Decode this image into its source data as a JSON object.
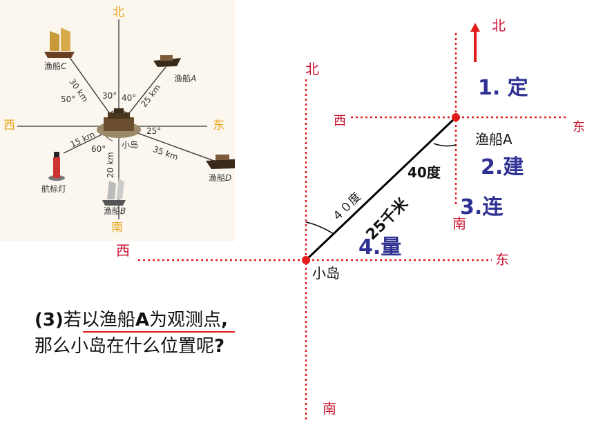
{
  "colors": {
    "axis_red": "#e21b1b",
    "label_red": "#c8102e",
    "step_blue": "#2e3192",
    "orange": "#e8a317",
    "line_black": "#000000"
  },
  "left_diagram": {
    "north": "北",
    "south": "南",
    "west": "西",
    "east": "东",
    "center_label": "小岛",
    "boats": [
      {
        "name": "渔船",
        "letter": "C",
        "distance": "30 km",
        "angle": "30°"
      },
      {
        "name": "渔船",
        "letter": "A",
        "distance": "25 km",
        "angle": "40°"
      },
      {
        "name": "渔船",
        "letter": "D",
        "distance": "35 km",
        "angle": "25°"
      },
      {
        "name": "渔船",
        "letter": "B",
        "distance": "20 km",
        "angle": "60°"
      }
    ],
    "lamp": {
      "name": "航标灯",
      "distance": "15 km"
    },
    "extra_angle": "50°"
  },
  "right_diagram": {
    "north_a": "北",
    "west_a": "西",
    "east_a": "东",
    "south_a": "南",
    "north_island": "北",
    "west_island": "西",
    "east_island": "东",
    "south_island": "南",
    "boat_label": "渔船A",
    "island_label": "小岛",
    "angle_at_a": "40度",
    "angle_at_island": "４０度",
    "distance": "25千米",
    "steps": [
      "1. 定",
      "2.建",
      "3.连",
      "4.量"
    ]
  },
  "question": {
    "prefix": "(3)",
    "text1": "若以渔船",
    "bold_a": "A",
    "text2": "为观测点",
    "bold_comma": ",",
    "text3": "那么小岛在什么位置呢",
    "bold_q": "?"
  }
}
